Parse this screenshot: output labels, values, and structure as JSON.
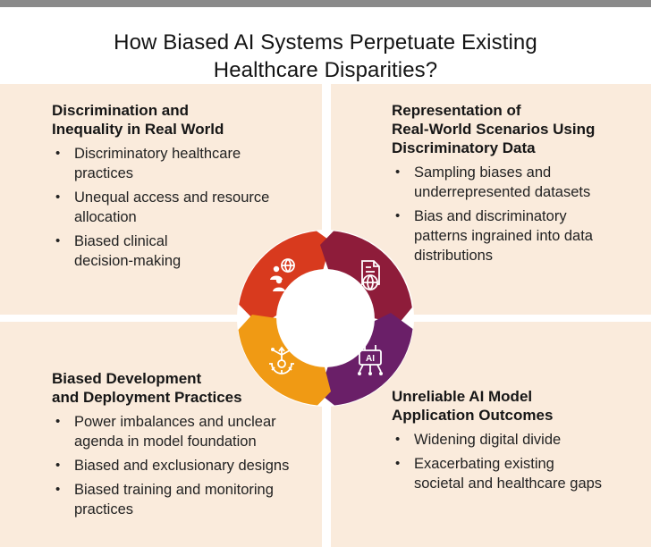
{
  "title": {
    "line1": "How Biased AI Systems Perpetuate Existing",
    "line2": "Healthcare Disparities?"
  },
  "quadrants": [
    {
      "heading": [
        "Discrimination and",
        "Inequality in Real World"
      ],
      "items": [
        [
          "Discriminatory healthcare",
          "practices"
        ],
        [
          "Unequal access and resource",
          "allocation"
        ],
        [
          "Biased clinical",
          "decision-making"
        ]
      ]
    },
    {
      "heading": [
        "Representation of",
        "Real-World Scenarios Using",
        "Discriminatory Data"
      ],
      "items": [
        [
          "Sampling biases and",
          "underrepresented datasets"
        ],
        [
          "Bias and discriminatory",
          "patterns ingrained into data",
          "distributions"
        ]
      ]
    },
    {
      "heading": [
        "Biased Development",
        "and Deployment Practices"
      ],
      "items": [
        [
          "Power imbalances and unclear",
          "agenda in model foundation"
        ],
        [
          "Biased and exclusionary designs"
        ],
        [
          "Biased training and monitoring",
          "practices"
        ]
      ]
    },
    {
      "heading": [
        "Unreliable AI Model",
        "Application Outcomes"
      ],
      "items": [
        [
          "Widening digital divide"
        ],
        [
          "Exacerbating existing",
          "societal and healthcare gaps"
        ]
      ]
    }
  ],
  "cycle": {
    "colors": {
      "top_left": "#d83a1e",
      "top_right": "#8e1c3a",
      "bottom_right": "#6a1f68",
      "bottom_left": "#f09a14"
    },
    "icons": [
      "people-globe-icon",
      "document-globe-icon",
      "ai-chip-icon",
      "gear-network-icon"
    ],
    "ai_label": "AI"
  },
  "colors": {
    "panel": "#faebdc",
    "topbar": "#8a8a8a"
  }
}
